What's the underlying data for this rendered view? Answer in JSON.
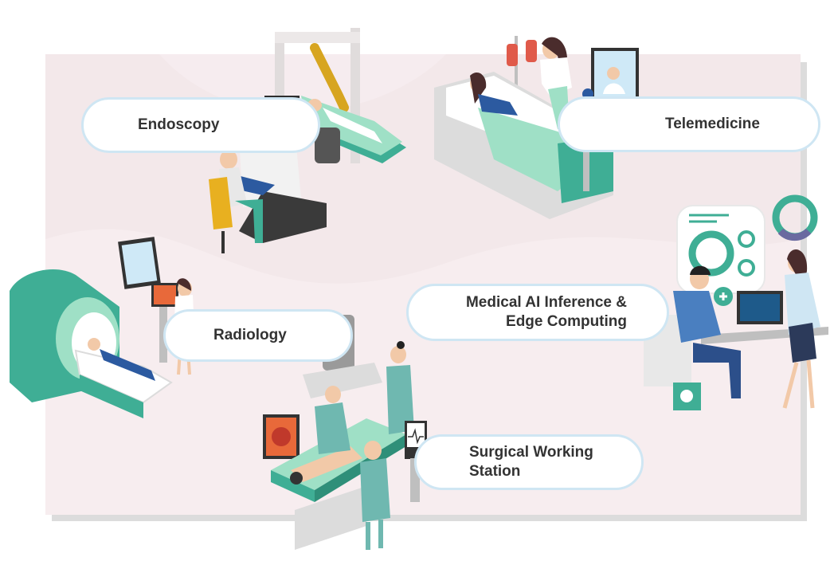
{
  "labels": {
    "endoscopy": "Endoscopy",
    "telemedicine": "Telemedicine",
    "ai_line1": "Medical AI Inference &",
    "ai_line2": "Edge Computing",
    "radiology": "Radiology",
    "surgical_line1": "Surgical Working",
    "surgical_line2": "Station"
  },
  "colors": {
    "background_panel": "#f3e8ea",
    "panel_shadow": "#dcdcdc",
    "teal": "#3fae95",
    "mint": "#9fe0c6",
    "pill_border": "#cfe6f3",
    "shadow_pink": "#f1b8b8",
    "label_text": "#333333"
  },
  "icons": [
    "endoscopy-scene",
    "telemedicine-scene",
    "radiology-scene",
    "surgery-scene",
    "ai-computing-scene"
  ]
}
